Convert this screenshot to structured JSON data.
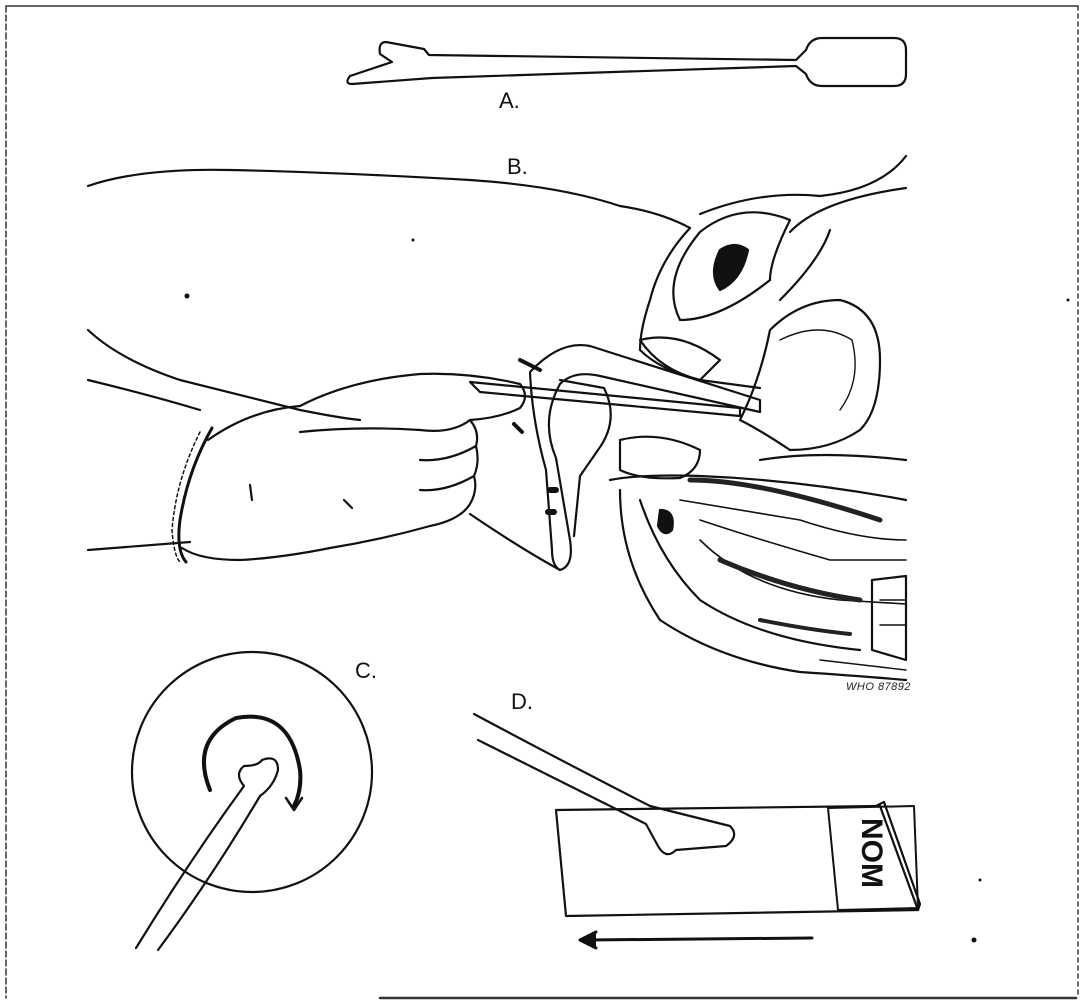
{
  "figure": {
    "labels": {
      "a": "A.",
      "b": "B.",
      "c": "C.",
      "d": "D."
    },
    "slide_label": "NOM",
    "catalog_code": "WHO 87892"
  },
  "colors": {
    "ink": "#111111",
    "paper": "#ffffff"
  }
}
